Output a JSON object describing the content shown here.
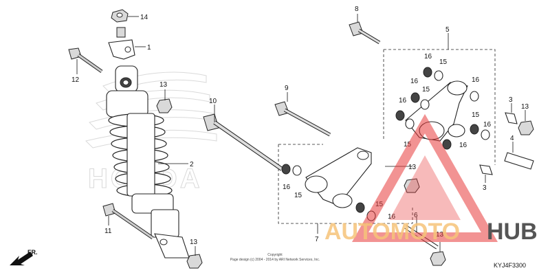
{
  "callouts": {
    "c1": "1",
    "c2": "2",
    "c3a": "3",
    "c3b": "3",
    "c4": "4",
    "c5": "5",
    "c6": "6",
    "c7": "7",
    "c8": "8",
    "c9": "9",
    "c10": "10",
    "c11": "11",
    "c12": "12",
    "c13a": "13",
    "c13b": "13",
    "c13c": "13",
    "c13d": "13",
    "c13e": "13",
    "c14": "14",
    "c15a": "15",
    "c15b": "15",
    "c15c": "15",
    "c15d": "15",
    "c15e": "15",
    "c15f": "15",
    "c16a": "16",
    "c16b": "16",
    "c16c": "16",
    "c16d": "16",
    "c16e": "16",
    "c16f": "16",
    "c16g": "16",
    "c16h": "16"
  },
  "front_marker": "FR.",
  "copyright": {
    "line1": "Copyright",
    "line2": "Page design (c) 2004 - 2014 by ARI Network Services, Inc."
  },
  "diagram_code": "KYJ4F3300",
  "background_logo": "HONDA",
  "watermark": {
    "part1": "AUTOMOTO",
    "part2": "HUB",
    "color_primary": "#e83a3a",
    "color_secondary": "#f6c47a"
  }
}
